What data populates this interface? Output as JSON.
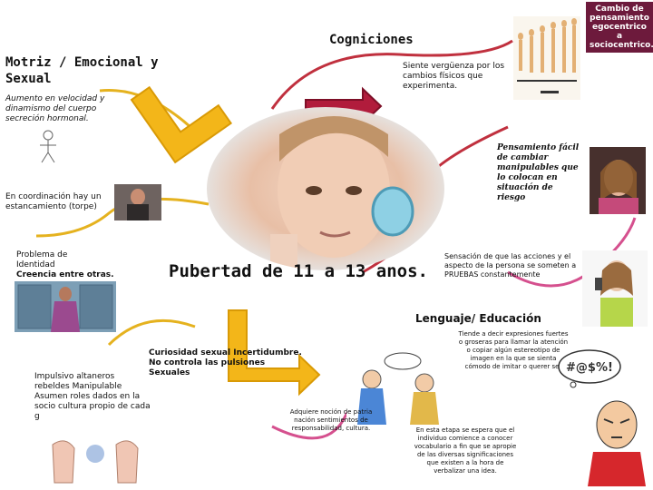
{
  "corner_note": "Cambio de pensamiento egocentrico a sociocentrico.",
  "center_title": "Pubertad de 11 a 13 anos.",
  "branches": {
    "motriz": {
      "title": "Motriz / Emocional y Sexual",
      "note1": "Aumento en velocidad y dinamismo del cuerpo secreción hormonal.",
      "note2": "En coordinación hay un estancamiento (torpe)",
      "problema_label": "Problema de Identidad",
      "creencia": "Creencia entre otras.",
      "impulsivo": "Impulsivo altaneros rebeldes Manipulable Asumen roles dados en la socio cultura propio de cada g",
      "curiosidad": "Curiosidad sexual Incertidumbre. No controla las pulsiones Sexuales"
    },
    "cogniciones": {
      "title": "Cogniciones",
      "verguenza": "Siente vergüenza por los cambios físicos que experimenta.",
      "pensamiento": "Pensamiento fácil de cambiar manipulables que lo colocan en situación de riesgo",
      "sensacion": "Sensación de que las acciones y el aspecto de la persona se someten a PRUEBAS constantemente"
    },
    "lenguaje": {
      "title": "Lenguaje/ Educación",
      "tiende": "Tiende a decir expresiones fuertes o groseras para llamar la atención o copiar algún estereotipo de imagen en la que se sienta cómodo de imitar o querer ser",
      "adquiere": "Adquiere noción de patria nación sentimientos de responsabilidad, cultura.",
      "etapa": "En esta etapa se espera que el individuo comience a conocer vocabulario a fin que se apropie de las diversas significaciones que existen a la hora de verbalizar una idea."
    }
  },
  "colors": {
    "arrow_yellow": "#f3b619",
    "arrow_yellow_edge": "#d99a06",
    "arrow_red": "#b11c3c",
    "arrow_red_edge": "#7d0f27",
    "curve_red": "#c0303e",
    "curve_yellow": "#e5b21f",
    "curve_pink": "#d5508e",
    "corner_bg": "#6d1a3c"
  },
  "icons": [
    "teen-face-photo",
    "growth-chart-image",
    "girl-smiling-photo",
    "boy-sitting-photo",
    "girl-phone-photo",
    "door-girl-image",
    "angry-teen-image",
    "kids-talking-image",
    "thought-bubble-icon",
    "hands-image"
  ]
}
